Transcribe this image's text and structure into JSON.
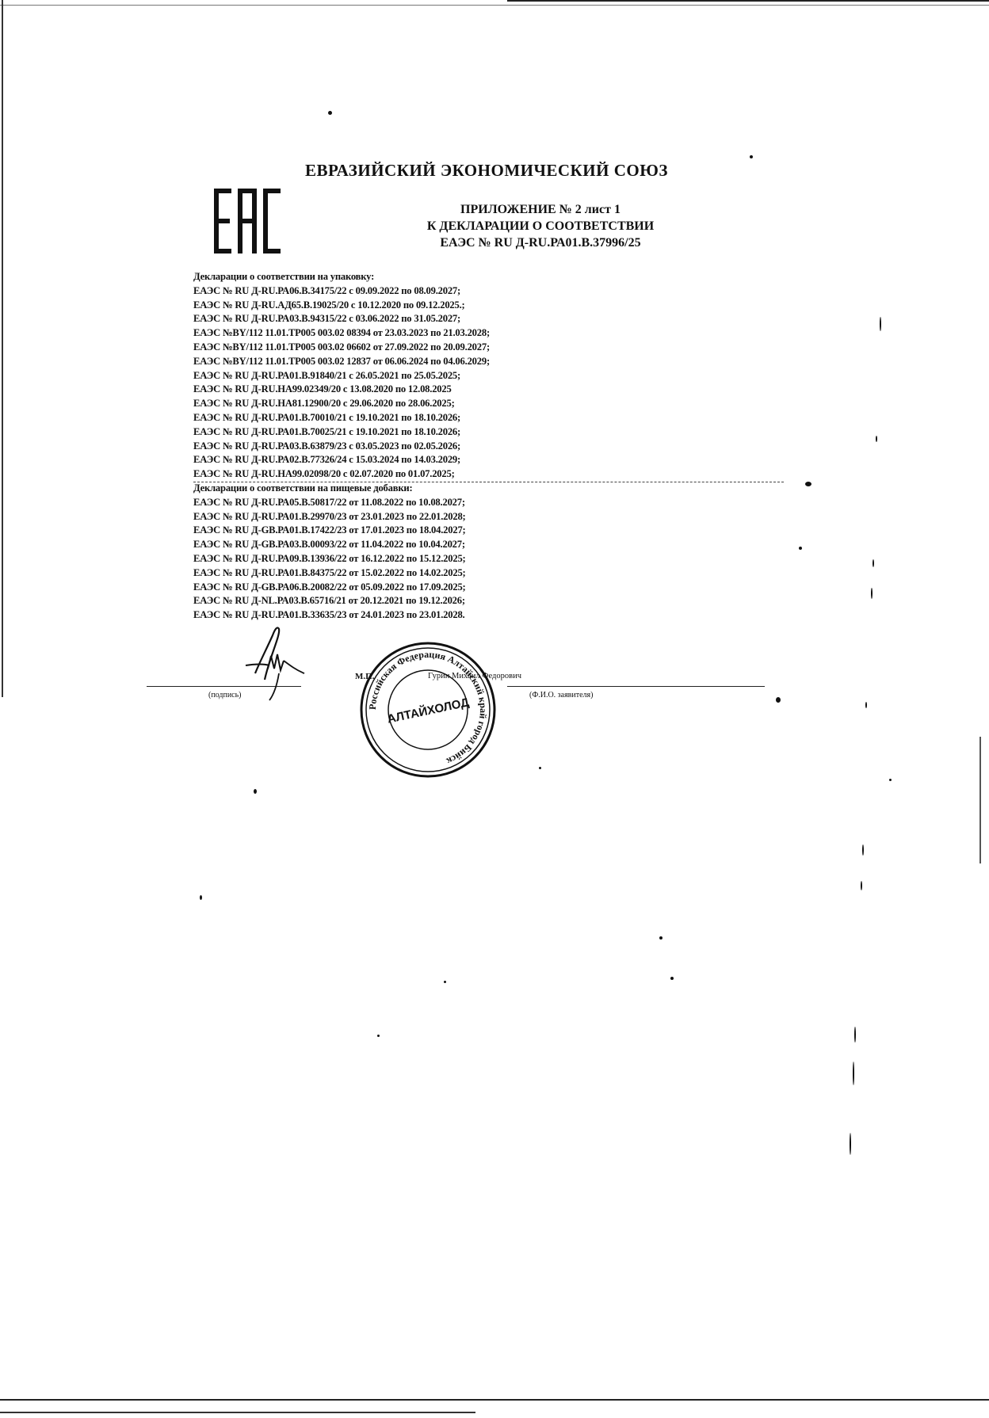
{
  "header": {
    "union_title": "ЕВРАЗИЙСКИЙ ЭКОНОМИЧЕСКИЙ СОЮЗ",
    "logo_text": "ЕАС",
    "appendix_line1": "ПРИЛОЖЕНИЕ № 2 лист 1",
    "appendix_line2": "К ДЕКЛАРАЦИИ О СООТВЕТСТВИИ",
    "appendix_line3": "ЕАЭС № RU Д-RU.РА01.В.37996/25"
  },
  "packaging": {
    "heading": "Декларации о соответствии на упаковку:",
    "items": [
      "ЕАЭС № RU Д-RU.РА06.В.34175/22 с 09.09.2022 по 08.09.2027;",
      "ЕАЭС № RU Д-RU.АД65.В.19025/20 с 10.12.2020 по 09.12.2025.;",
      "ЕАЭС № RU Д-RU.РА03.В.94315/22 с 03.06.2022 по 31.05.2027;",
      "ЕАЭС №BY/112 11.01.ТР005 003.02 08394 от 23.03.2023 по 21.03.2028;",
      "ЕАЭС №BY/112 11.01.ТР005 003.02 06602 от 27.09.2022 по 20.09.2027;",
      "ЕАЭС №BY/112 11.01.ТР005 003.02 12837 от 06.06.2024 по 04.06.2029;",
      "ЕАЭС № RU Д-RU.РА01.В.91840/21 с 26.05.2021 по 25.05.2025;",
      "ЕАЭС № RU Д-RU.НА99.02349/20 с 13.08.2020 по 12.08.2025",
      "ЕАЭС № RU Д-RU.НА81.12900/20 с 29.06.2020 по 28.06.2025;",
      "ЕАЭС № RU Д-RU.РА01.В.70010/21 с 19.10.2021 по 18.10.2026;",
      "ЕАЭС № RU Д-RU.РА01.В.70025/21 с 19.10.2021 по 18.10.2026;",
      "ЕАЭС № RU Д-RU.РА03.В.63879/23 с 03.05.2023 по 02.05.2026;",
      "ЕАЭС № RU Д-RU.РА02.В.77326/24 с 15.03.2024 по 14.03.2029;",
      "ЕАЭС № RU Д-RU.НА99.02098/20 с 02.07.2020 по 01.07.2025;"
    ]
  },
  "additives": {
    "heading": "Декларации о соответствии на пищевые добавки:",
    "items": [
      "ЕАЭС № RU Д-RU.РА05.В.50817/22 от 11.08.2022 по 10.08.2027;",
      "ЕАЭС № RU Д-RU.РА01.В.29970/23 от 23.01.2023 по 22.01.2028;",
      "ЕАЭС № RU Д-GB.РА01.В.17422/23 от 17.01.2023 по 18.04.2027;",
      "ЕАЭС № RU Д-GB.РА03.В.00093/22 от 11.04.2022 по 10.04.2027;",
      "ЕАЭС № RU Д-RU.РА09.В.13936/22 от 16.12.2022 по 15.12.2025;",
      "ЕАЭС № RU Д-RU.РА01.В.84375/22 от 15.02.2022 по 14.02.2025;",
      "ЕАЭС № RU Д-GB.РА06.В.20082/22 от 05.09.2022 по 17.09.2025;",
      "ЕАЭС № RU Д-NL.РА03.В.65716/21 от 20.12.2021 по 19.12.2026;",
      "ЕАЭС № RU Д-RU.РА01.В.33635/23 от 24.01.2023 по 23.01.2028."
    ]
  },
  "signature_block": {
    "mp": "М.П.",
    "signer_name": "Гурин Михаил Федорович",
    "sign_caption": "(подпись)",
    "name_caption": "(Ф.И.О. заявителя)"
  },
  "stamp": {
    "outer_text": "Российская Федерация Алтайский край город Бийск",
    "center_text": "АЛТАЙХОЛОД"
  }
}
